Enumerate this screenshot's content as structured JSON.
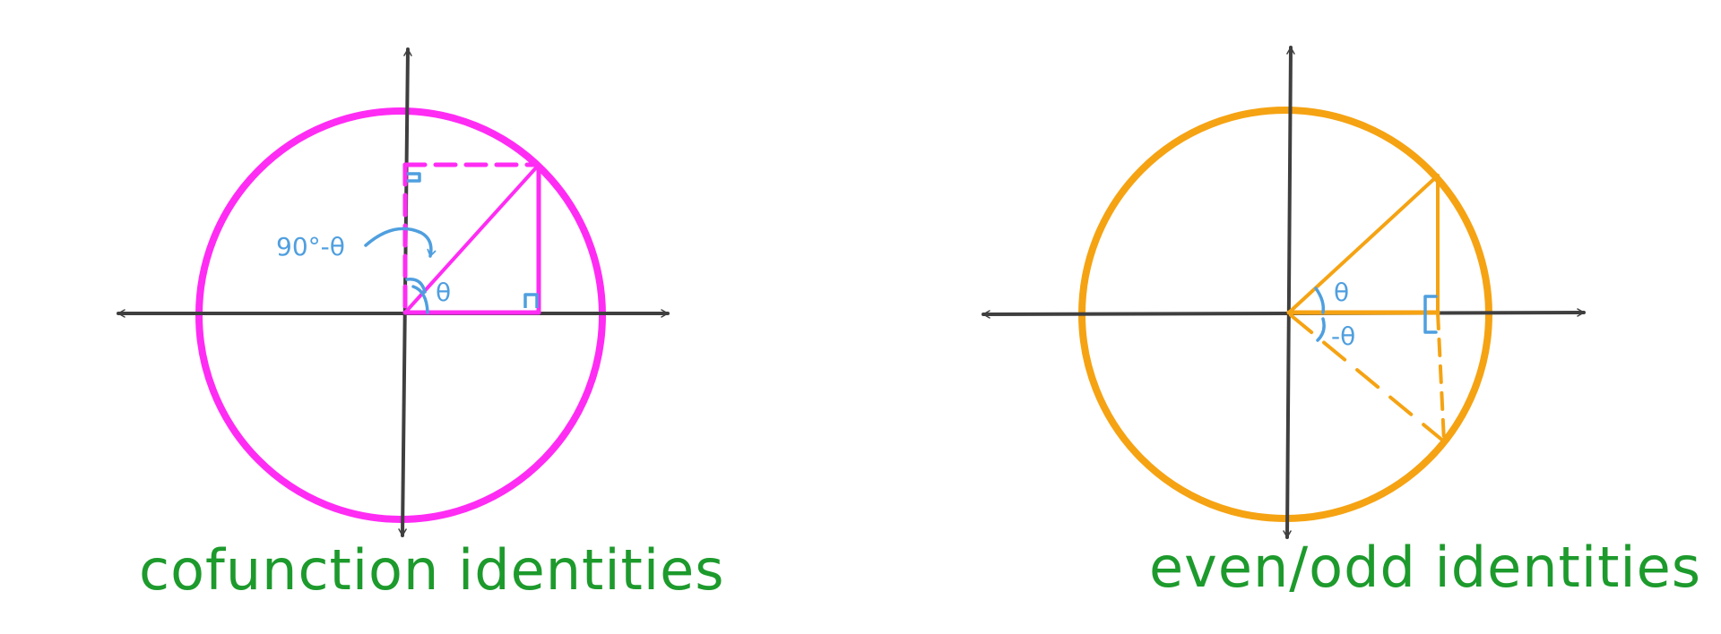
{
  "colors": {
    "axis": "#3f3f3f",
    "cofunction": "#ff2cf4",
    "even_odd": "#f5a313",
    "annotation": "#4f9fdf",
    "caption": "#1d9a2c",
    "background": "#ffffff"
  },
  "left_diagram": {
    "caption": "cofunction identities",
    "angle_label": "θ",
    "complement_label": "90°-θ"
  },
  "right_diagram": {
    "caption": "even/odd identities",
    "angle_label": "θ",
    "negative_angle_label": "-θ"
  }
}
